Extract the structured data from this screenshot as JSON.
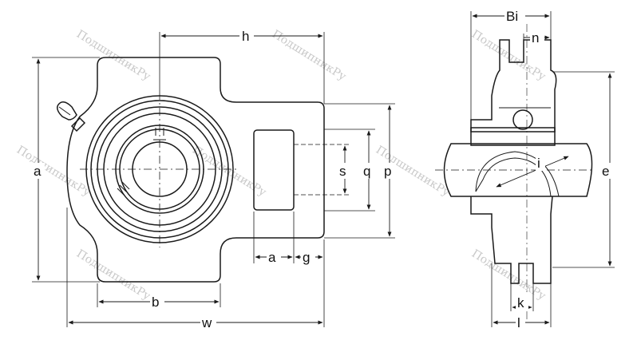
{
  "colors": {
    "line": "#1a1a1a",
    "background": "#ffffff",
    "watermark": "#c9c9c9"
  },
  "watermark": {
    "text": "ПодшипникРу"
  },
  "dimensions": {
    "front_view": {
      "h": "h",
      "a_height": "a",
      "s": "s",
      "q": "q",
      "p": "p",
      "a_slot": "a",
      "g": "g",
      "b": "b",
      "w": "w"
    },
    "side_view": {
      "Bi": "Bi",
      "n": "n",
      "i": "i",
      "e": "e",
      "k": "k",
      "l": "l"
    }
  }
}
